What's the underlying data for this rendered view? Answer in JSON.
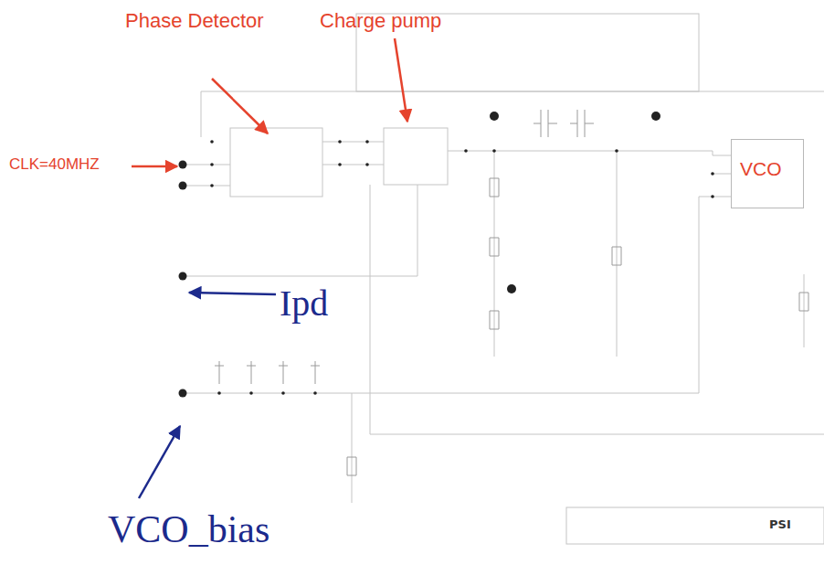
{
  "diagram": {
    "nodes": [
      {
        "text": [
          "VCO"
        ]
      }
    ],
    "labels": [
      "Phase Detector",
      "Charge pump",
      "CLK=40MHZ",
      "Ipd",
      "VCO_bias",
      "PSI"
    ]
  }
}
